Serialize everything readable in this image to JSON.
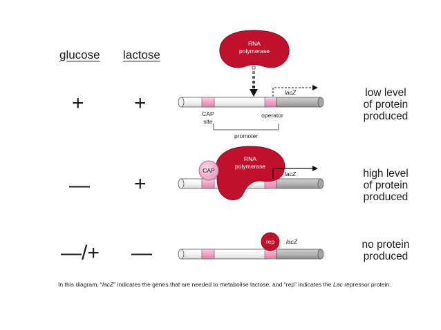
{
  "headers": {
    "glucose": "glucose",
    "lactose": "lactose"
  },
  "rows": [
    {
      "glucose": "+",
      "lactose": "+",
      "result": [
        "low level",
        "of protein",
        "produced"
      ]
    },
    {
      "glucose": "—",
      "lactose": "+",
      "result": [
        "high level",
        "of protein",
        "produced"
      ]
    },
    {
      "glucose": "—/+",
      "lactose": "—",
      "result": [
        "no protein",
        "produced"
      ]
    }
  ],
  "labels": {
    "rna_polymerase": [
      "RNA",
      "polymerase"
    ],
    "lacz": "lacZ",
    "cap_site": [
      "CAP",
      "site"
    ],
    "operator": "operator",
    "promoter": "promoter",
    "cap": "CAP",
    "rep": "rep"
  },
  "caption": {
    "part1": "In this diagram, “",
    "lacz": "lacZ",
    "part2": "” indicates the genes that are needed to metabolise lactose, and “rep” indicates the ",
    "lac": "Lac",
    "part3": " repressor protein."
  },
  "colors": {
    "polymerase": "#c0102c",
    "cap_protein": "#efb3cc",
    "dna_pink": "#f2a0c4",
    "dna_white": "#ffffff",
    "dna_grey": "#b5b5b5",
    "text": "#1a1a1a"
  }
}
